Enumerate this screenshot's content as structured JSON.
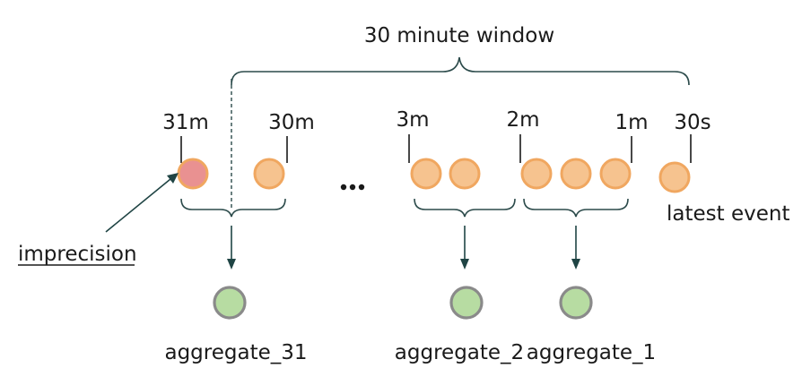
{
  "window_label": "30 minute window",
  "time_labels": {
    "m31": "31m",
    "m30": "30m",
    "m3": "3m",
    "m2": "2m",
    "m1": "1m",
    "s30": "30s"
  },
  "ellipsis": "...",
  "latest_event_label": "latest event",
  "imprecision_label": "imprecision",
  "aggregates": {
    "a31": "aggregate_31",
    "a2": "aggregate_2",
    "a1": "aggregate_1"
  },
  "colors": {
    "event_fill": "#f6c38f",
    "event_stroke": "#f0a760",
    "imprecise_event_fill": "#e99191",
    "aggregate_fill": "#b7dca2",
    "aggregate_stroke": "#8a8a8a",
    "arrow": "#1f4444"
  }
}
